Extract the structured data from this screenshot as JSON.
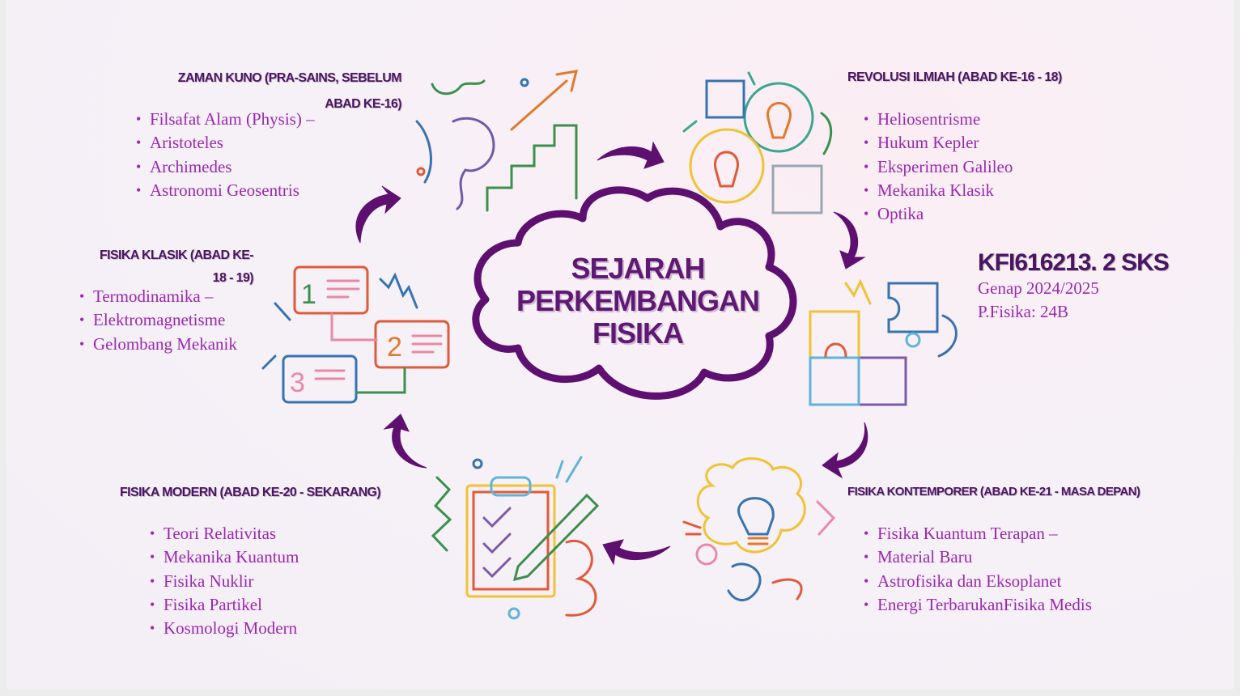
{
  "title": [
    "SEJARAH",
    "PERKEMBANGAN",
    "FISIKA"
  ],
  "course": {
    "code": "KFI616213. 2 SKS",
    "semester": "Genap 2024/2025",
    "class": "P.Fisika: 24B"
  },
  "sections": {
    "zaman_kuno": {
      "heading": [
        "ZAMAN KUNO (PRA-SAINS, SEBELUM",
        "ABAD KE-16)"
      ],
      "items": [
        "Filsafat Alam (Physis) –",
        "Aristoteles",
        "Archimedes",
        "Astronomi Geosentris"
      ]
    },
    "revolusi_ilmiah": {
      "heading": [
        "REVOLUSI ILMIAH (ABAD KE-16 - 18)"
      ],
      "items": [
        "Heliosentrisme",
        "Hukum Kepler",
        "Eksperimen Galileo",
        "Mekanika Klasik",
        "Optika"
      ]
    },
    "fisika_klasik": {
      "heading": [
        "FISIKA KLASIK (ABAD KE-",
        "18 - 19)"
      ],
      "items": [
        "Termodinamika –",
        "Elektromagnetisme",
        "Gelombang Mekanik"
      ]
    },
    "fisika_modern": {
      "heading": [
        "FISIKA MODERN (ABAD KE-20 - SEKARANG)"
      ],
      "items": [
        "Teori Relativitas",
        "Mekanika Kuantum",
        "Fisika Nuklir",
        "Fisika Partikel",
        "Kosmologi Modern"
      ]
    },
    "fisika_kontemporer": {
      "heading": [
        "FISIKA KONTEMPORER (ABAD KE-21 - MASA DEPAN)"
      ],
      "items": [
        "Fisika Kuantum Terapan –",
        "Material Baru",
        "Astrofisika dan Eksoplanet",
        "Energi TerbarukanFisika Medis"
      ]
    }
  },
  "colors": {
    "heading": "#4a1660",
    "bullet_text": "#9b27b0",
    "arrow": "#5e1070"
  }
}
